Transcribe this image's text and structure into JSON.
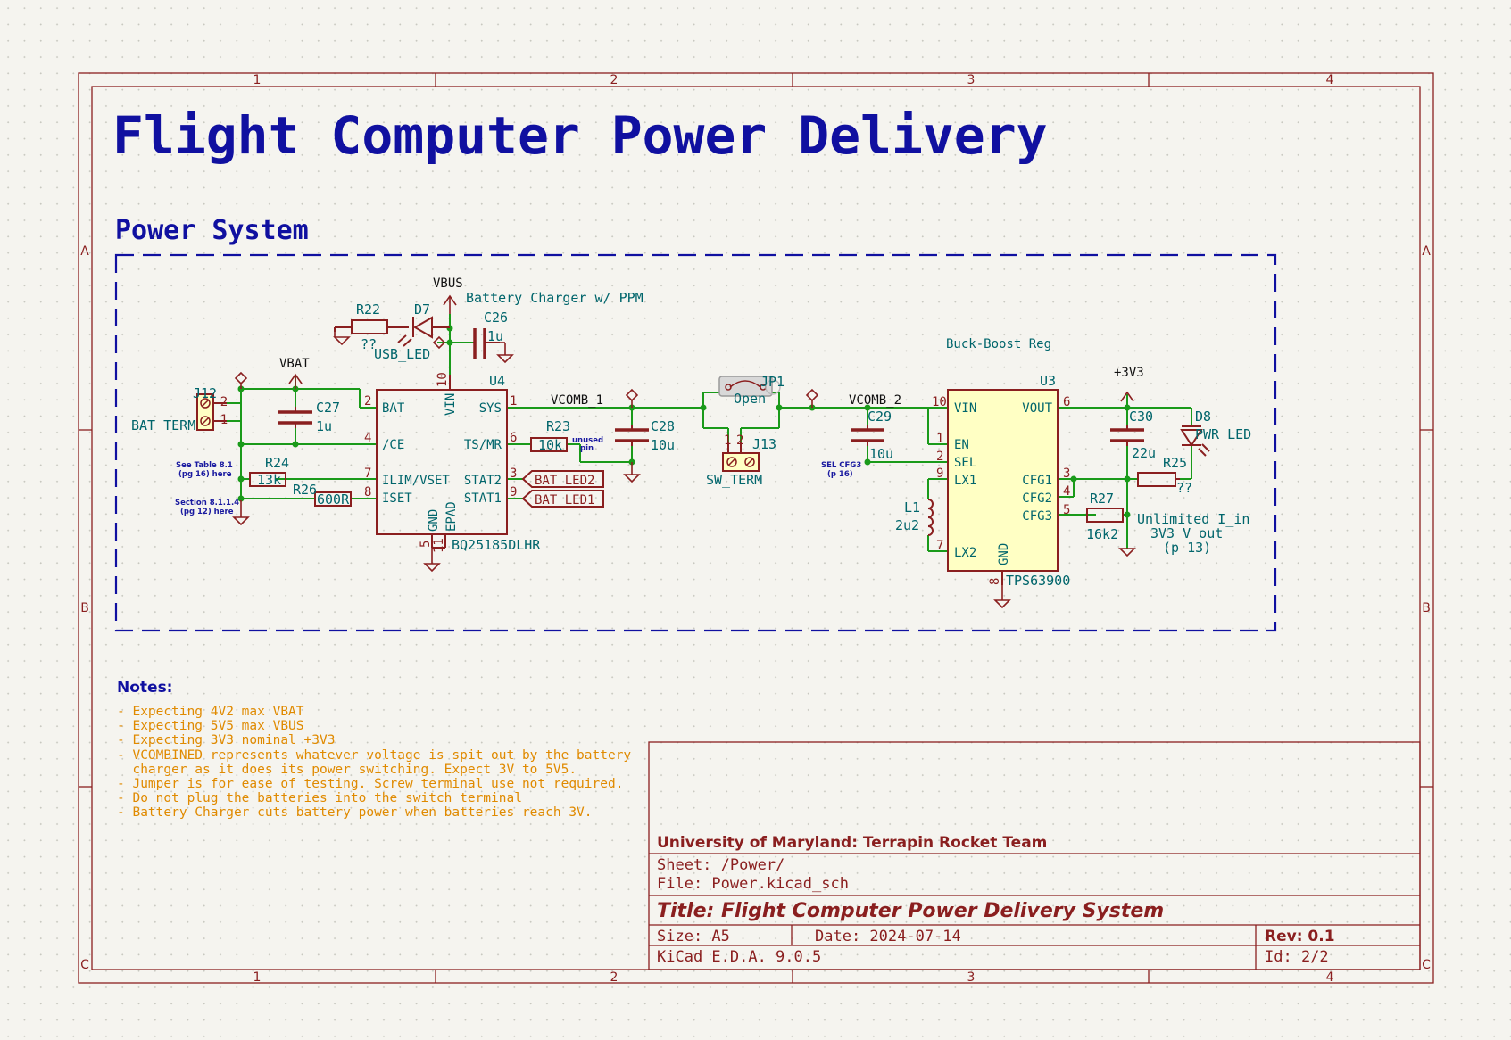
{
  "page_title": "Flight Computer Power Delivery",
  "section_title": "Power System",
  "grid": {
    "columns": [
      "1",
      "2",
      "3",
      "4"
    ],
    "rows": [
      "A",
      "B",
      "C"
    ]
  },
  "nets": {
    "vbus": "VBUS",
    "vbat": "VBAT",
    "vcomb1": "VCOMB_1",
    "vcomb2": "VCOMB_2",
    "v3v3": "+3V3",
    "bat_led2": "BAT_LED2",
    "bat_led1": "BAT_LED1"
  },
  "blocks": {
    "charger": "Battery Charger w/ PPM",
    "buckboost": "Buck-Boost Reg"
  },
  "components": {
    "r22": {
      "ref": "R22",
      "value": "??"
    },
    "d7": {
      "ref": "D7",
      "value": "USB_LED"
    },
    "c26": {
      "ref": "C26",
      "value": "1u"
    },
    "j12": {
      "ref": "J12",
      "value": "BAT_TERM"
    },
    "c27": {
      "ref": "C27",
      "value": "1u"
    },
    "r24": {
      "ref": "R24",
      "value": "13k"
    },
    "r26": {
      "ref": "R26",
      "value": "600R"
    },
    "u4": {
      "ref": "U4",
      "value": "BQ25185DLHR"
    },
    "r23": {
      "ref": "R23",
      "value": "10k"
    },
    "c28": {
      "ref": "C28",
      "value": "10u"
    },
    "jp1": {
      "ref": "JP1",
      "value": "Open"
    },
    "j13": {
      "ref": "J13",
      "value": "SW_TERM"
    },
    "c29": {
      "ref": "C29",
      "value": "10u"
    },
    "l1": {
      "ref": "L1",
      "value": "2u2"
    },
    "u3": {
      "ref": "U3",
      "value": "TPS63900"
    },
    "c30": {
      "ref": "C30",
      "value": "22u"
    },
    "d8": {
      "ref": "D8",
      "value": "PWR_LED"
    },
    "r25": {
      "ref": "R25",
      "value": "??"
    },
    "r27": {
      "ref": "R27",
      "value": "16k2"
    }
  },
  "u4_pins": {
    "bat": "BAT",
    "ce": "/CE",
    "ilim": "ILIM/VSET",
    "iset": "ISET",
    "vin": "VIN",
    "sys": "SYS",
    "tsmr": "TS/MR",
    "stat2": "STAT2",
    "stat1": "STAT1",
    "gnd": "GND",
    "epad": "EPAD",
    "n_bat": "2",
    "n_ce": "4",
    "n_ilim": "7",
    "n_iset": "8",
    "n_vin": "10",
    "n_sys": "1",
    "n_tsmr": "6",
    "n_stat2": "3",
    "n_stat1": "9",
    "n_gnd": "5",
    "n_epad": "11"
  },
  "u3_pins": {
    "vin": "VIN",
    "en": "EN",
    "sel": "SEL",
    "lx1": "LX1",
    "lx2": "LX2",
    "gnd": "GND",
    "vout": "VOUT",
    "cfg1": "CFG1",
    "cfg2": "CFG2",
    "cfg3": "CFG3",
    "n_vin": "10",
    "n_en": "1",
    "n_sel": "2",
    "n_lx1": "9",
    "n_lx2": "7",
    "n_gnd": "8",
    "n_vout": "6",
    "n_cfg1": "3",
    "n_cfg2": "4",
    "n_cfg3": "5"
  },
  "j12_pins": {
    "p2": "2",
    "p1": "1"
  },
  "j13_pins": {
    "p1": "1",
    "p2": "2"
  },
  "annotations": {
    "see_table_1": "See Table 8.1",
    "see_table_2": "(pg 16) here",
    "section_1": "Section 8.1.1.4",
    "section_2": "(pg 12) here",
    "unused_1": "unused",
    "unused_2": "pin",
    "sel_cfg_1": "SEL CFG3",
    "sel_cfg_2": "(p 16)",
    "unlimited_1": "Unlimited I_in",
    "unlimited_2": "3V3 V_out",
    "unlimited_3": "(p 13)"
  },
  "notes": {
    "heading": "Notes:",
    "lines": [
      "- Expecting 4V2 max VBAT",
      "- Expecting 5V5 max VBUS",
      "- Expecting 3V3 nominal +3V3",
      "- VCOMBINED represents whatever voltage is spit out by the battery",
      "  charger as it does its power switching. Expect 3V to 5V5.",
      "- Jumper is for ease of testing. Screw terminal use not required.",
      "- Do not plug the batteries into the switch terminal",
      "- Battery Charger cuts battery power when batteries reach 3V."
    ]
  },
  "title_block": {
    "org": "University of Maryland: Terrapin Rocket Team",
    "sheet": "Sheet: /Power/",
    "file": "File: Power.kicad_sch",
    "title": "Title: Flight Computer Power Delivery System",
    "size": "Size: A5",
    "date": "Date: 2024-07-14",
    "rev": "Rev: 0.1",
    "tool": "KiCad E.D.A. 9.0.5",
    "id": "Id: 2/2"
  },
  "colors": {
    "frame": "#8a1f1f",
    "wire": "#1a9a1a",
    "title": "#1010a0",
    "ref": "#00656b",
    "note": "#e08a00",
    "chip_fill": "#ffffc4"
  }
}
